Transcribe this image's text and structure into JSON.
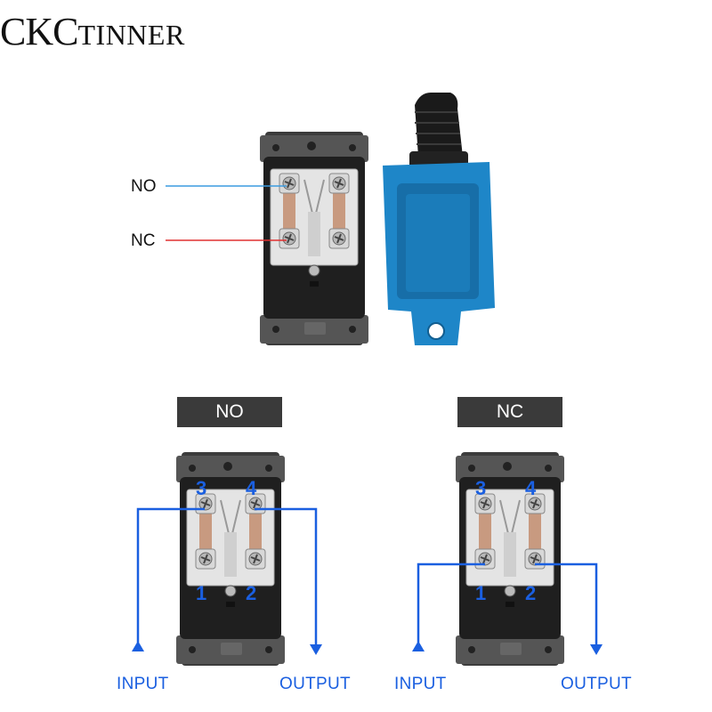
{
  "brand": {
    "prefix": "CKC",
    "suffix": "TINNER"
  },
  "top_labels": {
    "no": "NO",
    "nc": "NC"
  },
  "diagram_no": {
    "title": "NO",
    "input": "INPUT",
    "output": "OUTPUT",
    "n3": "3",
    "n4": "4",
    "n1": "1",
    "n2": "2"
  },
  "diagram_nc": {
    "title": "NC",
    "input": "INPUT",
    "output": "OUTPUT",
    "n3": "3",
    "n4": "4",
    "n1": "1",
    "n2": "2"
  },
  "colors": {
    "wire_blue": "#1a5fe0",
    "no_line": "#3b9be0",
    "nc_line": "#e03030",
    "cover_blue": "#1e86c8",
    "body_dark": "#2a2a2a",
    "tag_bg": "#3a3a3a"
  }
}
